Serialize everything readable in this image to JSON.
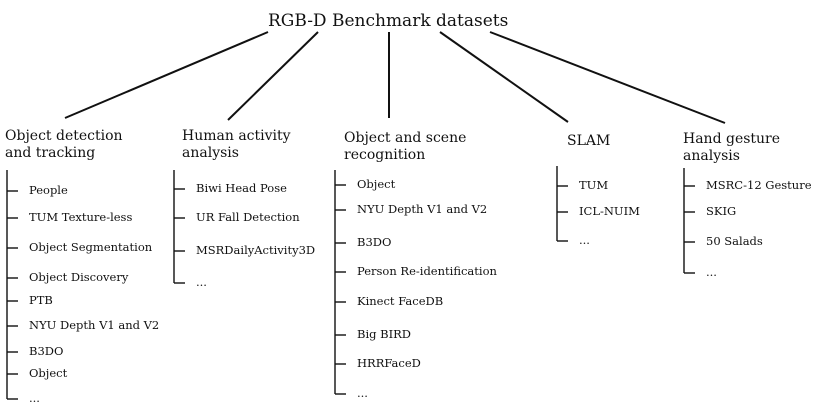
{
  "root": "RGB-D Benchmark datasets",
  "categories": [
    {
      "title_lines": [
        "Object detection",
        "and tracking"
      ],
      "items": [
        "People",
        "TUM Texture-less",
        "Object Segmentation",
        "Object Discovery",
        "PTB",
        "NYU Depth V1 and V2",
        "B3DO",
        "Object",
        "..."
      ]
    },
    {
      "title_lines": [
        "Human activity",
        "analysis"
      ],
      "items": [
        "Biwi Head Pose",
        "UR Fall Detection",
        "MSRDailyActivity3D",
        "..."
      ]
    },
    {
      "title_lines": [
        "Object and scene",
        "recognition"
      ],
      "items": [
        "Object",
        "NYU Depth V1 and V2",
        "B3DO",
        "Person Re-identification",
        "Kinect FaceDB",
        "Big BIRD",
        "HRRFaceD",
        "..."
      ]
    },
    {
      "title_lines": [
        "SLAM"
      ],
      "items": [
        "TUM",
        "ICL-NUIM",
        "..."
      ]
    },
    {
      "title_lines": [
        "Hand gesture",
        "analysis"
      ],
      "items": [
        "MSRC-12 Gesture",
        "SKIG",
        "50 Salads",
        "..."
      ]
    }
  ],
  "colors": {
    "line": "#111111",
    "text": "#111111",
    "background": "#ffffff"
  }
}
